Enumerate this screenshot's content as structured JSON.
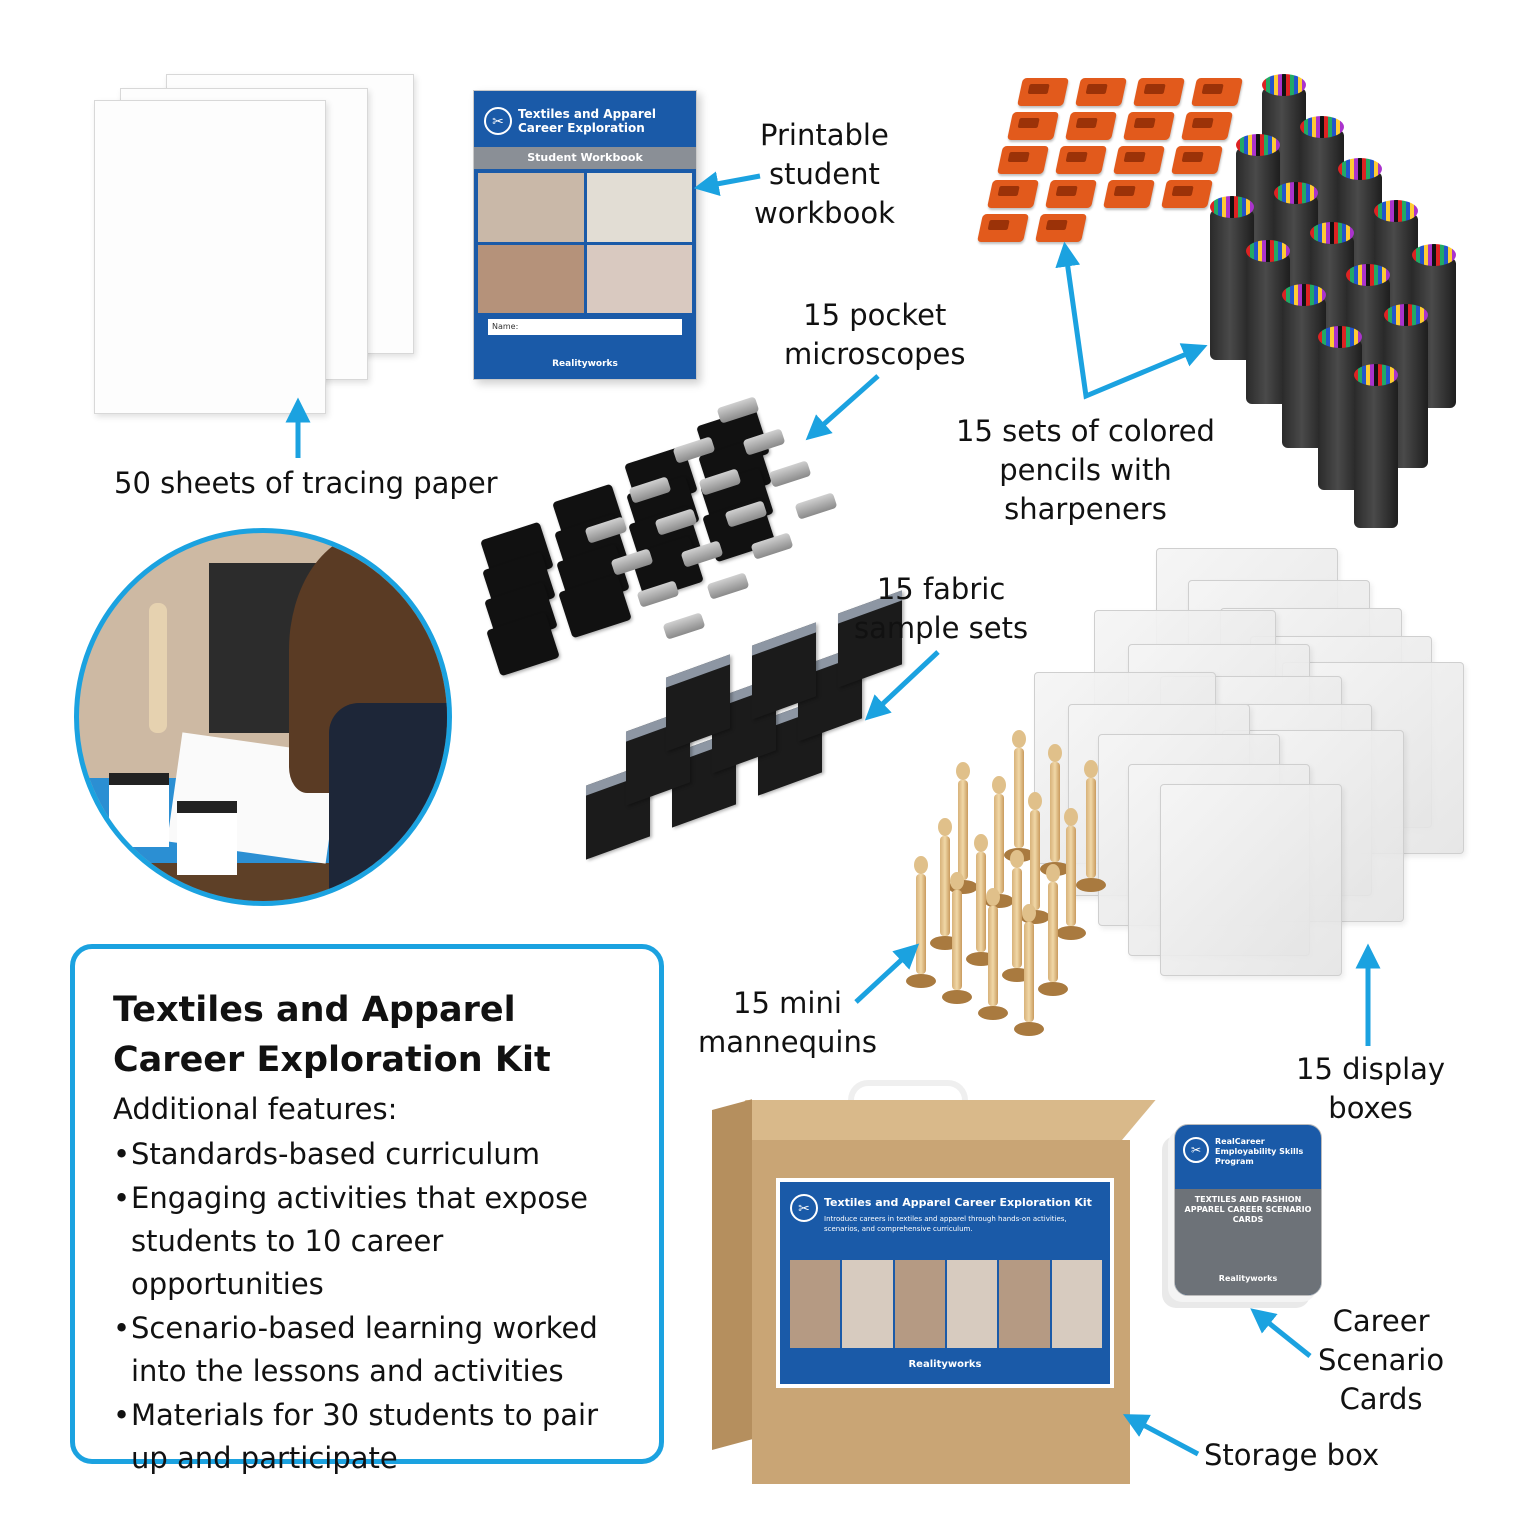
{
  "colors": {
    "accent": "#1ba2e0",
    "brand_blue": "#1a5aa8",
    "sharpener_orange": "#e25a1c"
  },
  "callouts": {
    "tracing_paper": "50 sheets of tracing paper",
    "workbook": [
      "Printable",
      "student",
      "workbook"
    ],
    "microscopes": [
      "15 pocket",
      "microscopes"
    ],
    "pencils": [
      "15 sets of colored",
      "pencils with",
      "sharpeners"
    ],
    "fabric": [
      "15 fabric",
      "sample sets"
    ],
    "mannequins": [
      "15 mini",
      "mannequins"
    ],
    "display_boxes": [
      "15 display",
      "boxes"
    ],
    "scenario_cards": [
      "Career",
      "Scenario",
      "Cards"
    ],
    "storage_box": "Storage box"
  },
  "workbook": {
    "title": "Textiles and Apparel Career Exploration",
    "subtitle": "Student Workbook",
    "name_label": "Name:",
    "brand": "Realityworks"
  },
  "storage_box_label": {
    "title": "Textiles and Apparel Career Exploration Kit",
    "description": "Introduce careers in textiles and apparel through hands-on activities, scenarios, and comprehensive curriculum.",
    "brand": "Realityworks"
  },
  "scenario_cards": {
    "program": "RealCareer Employability Skills Program",
    "title": "TEXTILES AND FASHION APPAREL CAREER SCENARIO CARDS",
    "brand": "Realityworks"
  },
  "info": {
    "title": "Textiles and Apparel Career Exploration Kit",
    "subtitle": "Additional features:",
    "features": [
      "Standards-based curriculum",
      "Engaging activities that expose students to 10 career opportunities",
      "Scenario-based learning worked into the lessons and activities",
      "Materials for 30 students to pair up and participate"
    ]
  }
}
